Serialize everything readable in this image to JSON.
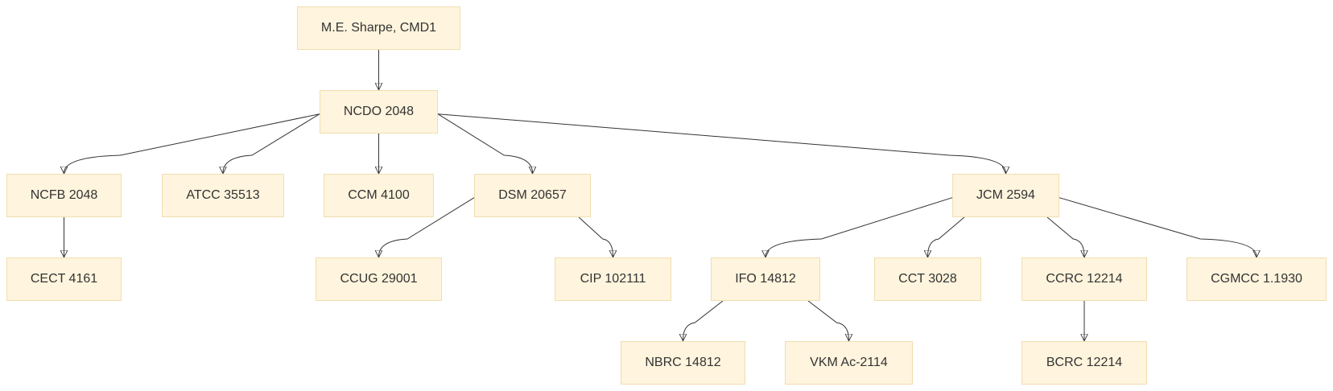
{
  "diagram": {
    "type": "tree",
    "nodes": [
      {
        "id": "me_sharpe",
        "label": "M.E. Sharpe, CMD1"
      },
      {
        "id": "ncdo",
        "label": "NCDO 2048"
      },
      {
        "id": "ncfb",
        "label": "NCFB 2048"
      },
      {
        "id": "atcc",
        "label": "ATCC 35513"
      },
      {
        "id": "ccm",
        "label": "CCM 4100"
      },
      {
        "id": "dsm",
        "label": "DSM 20657"
      },
      {
        "id": "jcm",
        "label": "JCM 2594"
      },
      {
        "id": "cect",
        "label": "CECT 4161"
      },
      {
        "id": "ccug",
        "label": "CCUG 29001"
      },
      {
        "id": "cip",
        "label": "CIP 102111"
      },
      {
        "id": "ifo",
        "label": "IFO 14812"
      },
      {
        "id": "cct",
        "label": "CCT 3028"
      },
      {
        "id": "ccrc",
        "label": "CCRC 12214"
      },
      {
        "id": "cgmcc",
        "label": "CGMCC 1.1930"
      },
      {
        "id": "nbrc",
        "label": "NBRC 14812"
      },
      {
        "id": "vkm",
        "label": "VKM Ac-2114"
      },
      {
        "id": "bcrc",
        "label": "BCRC 12214"
      }
    ],
    "edges": [
      {
        "from": "me_sharpe",
        "to": "ncdo"
      },
      {
        "from": "ncdo",
        "to": "ncfb"
      },
      {
        "from": "ncdo",
        "to": "atcc"
      },
      {
        "from": "ncdo",
        "to": "ccm"
      },
      {
        "from": "ncdo",
        "to": "dsm"
      },
      {
        "from": "ncdo",
        "to": "jcm"
      },
      {
        "from": "ncfb",
        "to": "cect"
      },
      {
        "from": "dsm",
        "to": "ccug"
      },
      {
        "from": "dsm",
        "to": "cip"
      },
      {
        "from": "jcm",
        "to": "ifo"
      },
      {
        "from": "jcm",
        "to": "cct"
      },
      {
        "from": "jcm",
        "to": "ccrc"
      },
      {
        "from": "jcm",
        "to": "cgmcc"
      },
      {
        "from": "ifo",
        "to": "nbrc"
      },
      {
        "from": "ifo",
        "to": "vkm"
      },
      {
        "from": "ccrc",
        "to": "bcrc"
      }
    ]
  }
}
